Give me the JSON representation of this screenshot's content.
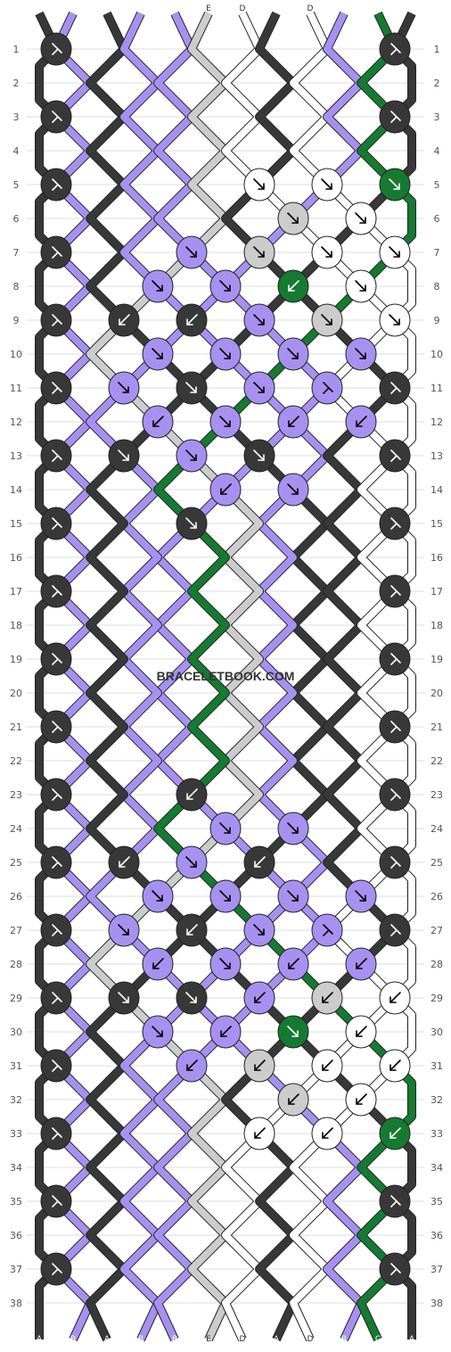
{
  "site_watermark": "BRACELETBOOK.COM",
  "colors": {
    "A": "#383838",
    "B": "#a791f0",
    "C": "#167a32",
    "D": "#ffffff",
    "E": "#cccccc"
  },
  "strands": [
    "A",
    "B",
    "A",
    "B",
    "B",
    "E",
    "D",
    "A",
    "D",
    "B",
    "C",
    "A"
  ],
  "row_labels": [
    "1",
    "2",
    "3",
    "4",
    "5",
    "6",
    "7",
    "8",
    "9",
    "10",
    "11",
    "12",
    "13",
    "14",
    "15",
    "16",
    "17",
    "18",
    "19",
    "20",
    "21",
    "22",
    "23",
    "24",
    "25",
    "26",
    "27",
    "28",
    "29",
    "30",
    "31",
    "32",
    "33",
    "34",
    "35",
    "36",
    "37",
    "38"
  ],
  "knot_rows": [
    [
      "A:backward-forward",
      null,
      null,
      null,
      null,
      "A:backward-forward"
    ],
    [
      null,
      null,
      null,
      null,
      null
    ],
    [
      "A:backward-forward",
      null,
      null,
      null,
      null,
      "A:backward-forward"
    ],
    [
      null,
      null,
      null,
      null,
      null
    ],
    [
      "A:backward-forward",
      null,
      null,
      "D:forward",
      "D:forward",
      "C:forward"
    ],
    [
      null,
      null,
      null,
      "E:forward",
      "D:forward",
      "D:forward"
    ],
    [
      "A:backward-forward",
      null,
      "B:forward",
      "E:forward",
      "D:forward",
      "D:forward"
    ],
    [
      null,
      "B:forward",
      "B:forward",
      "C:backward",
      "D:forward",
      null
    ],
    [
      "A:backward-forward",
      "A:backward",
      "A:backward",
      "B:forward",
      "E:forward",
      "D:forward"
    ],
    [
      null,
      "B:forward",
      "B:forward",
      "B:forward",
      "B:forward",
      "E:forward"
    ],
    [
      "A:backward-forward",
      "B:forward",
      "A:forward",
      "B:forward",
      "B:forward-backward",
      "A:backward-forward"
    ],
    [
      null,
      "B:backward",
      "B:forward",
      "B:backward",
      "B:backward",
      null
    ],
    [
      "A:backward-forward",
      "A:forward",
      "B:forward",
      "A:forward",
      null,
      "A:backward-forward"
    ],
    [
      null,
      null,
      "B:backward",
      "B:forward",
      null,
      null
    ],
    [
      "A:backward-forward",
      null,
      "A:forward",
      null,
      null,
      "A:backward-forward"
    ],
    [
      null,
      null,
      null,
      null,
      null
    ],
    [
      "A:backward-forward",
      null,
      null,
      null,
      null,
      "A:backward-forward"
    ],
    [
      null,
      null,
      null,
      null,
      null
    ],
    [
      "A:backward-forward",
      null,
      null,
      null,
      null,
      "A:backward-forward"
    ],
    [
      null,
      null,
      null,
      null,
      null
    ],
    [
      "A:backward-forward",
      null,
      null,
      null,
      null,
      "A:backward-forward"
    ],
    [
      null,
      null,
      null,
      null,
      null
    ],
    [
      "A:backward-forward",
      null,
      "A:backward",
      null,
      null,
      "A:backward-forward"
    ],
    [
      null,
      null,
      "B:forward",
      "B:forward",
      null,
      null
    ],
    [
      "A:backward-forward",
      "A:backward",
      "B:forward",
      "A:backward",
      null,
      "A:backward-forward"
    ],
    [
      null,
      "B:forward",
      "B:forward",
      "B:forward",
      "B:forward",
      null
    ],
    [
      "A:backward-forward",
      "B:forward",
      "A:backward",
      "B:forward",
      "B:forward-backward",
      "A:backward-forward"
    ],
    [
      null,
      "B:backward",
      "B:forward",
      "B:backward",
      "B:backward",
      "E:backward"
    ],
    [
      "A:backward-forward",
      "A:forward",
      "A:forward",
      "B:backward",
      "E:backward",
      "D:backward"
    ],
    [
      null,
      "B:forward",
      "B:backward",
      "C:forward",
      "D:backward",
      null
    ],
    [
      "A:backward-forward",
      null,
      "B:backward",
      "E:backward",
      "D:backward",
      "D:backward"
    ],
    [
      null,
      null,
      null,
      "E:backward",
      "D:backward",
      "D:backward"
    ],
    [
      "A:backward-forward",
      null,
      null,
      "D:backward",
      "D:backward",
      "C:backward"
    ],
    [
      null,
      null,
      null,
      null,
      null
    ],
    [
      "A:backward-forward",
      null,
      null,
      null,
      null,
      "A:backward-forward"
    ],
    [
      null,
      null,
      null,
      null,
      null
    ],
    [
      "A:backward-forward",
      null,
      null,
      null,
      null,
      "A:backward-forward"
    ],
    [
      null,
      null,
      null,
      null,
      null
    ]
  ]
}
